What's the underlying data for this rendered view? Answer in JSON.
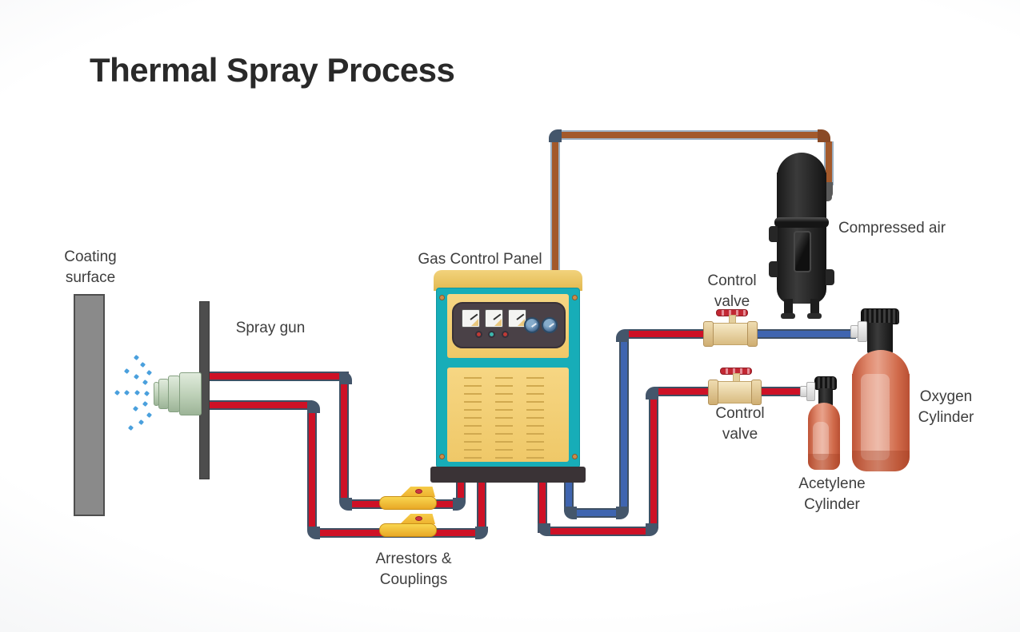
{
  "title": "Thermal Spray Process",
  "labels": {
    "coating_surface": "Coating surface",
    "spray_gun": "Spray gun",
    "gas_control_panel": "Gas Control Panel",
    "compressed_air": "Compressed air",
    "control_valve_top": "Control valve",
    "control_valve_bottom": "Control valve",
    "oxygen_cylinder": "Oxygen Cylinder",
    "acetylene_cylinder": "Acetylene Cylinder",
    "arrestors_couplings": "Arrestors & Couplings"
  },
  "colors": {
    "title_text": "#292929",
    "label_text": "#3e3e3e",
    "fuel_pipe_red": "#ce1126",
    "oxygen_pipe_blue": "#3f65b0",
    "air_pipe_brown": "#a3592b",
    "elbow_slate": "#44566b",
    "panel_teal": "#17adb8",
    "panel_yellow": "#f3cf72",
    "panel_base_dark": "#3a3336",
    "valve_body_beige": "#ead7a9",
    "valve_handle_red": "#c22833",
    "coupling_yellow": "#f5c636",
    "tank_black": "#242424",
    "cylinder_salmon": "#dd7a5c",
    "nozzle_green": "#c9d9c5",
    "spray_blue": "#4aa0dd",
    "coating_gray": "#8a8a8a"
  }
}
